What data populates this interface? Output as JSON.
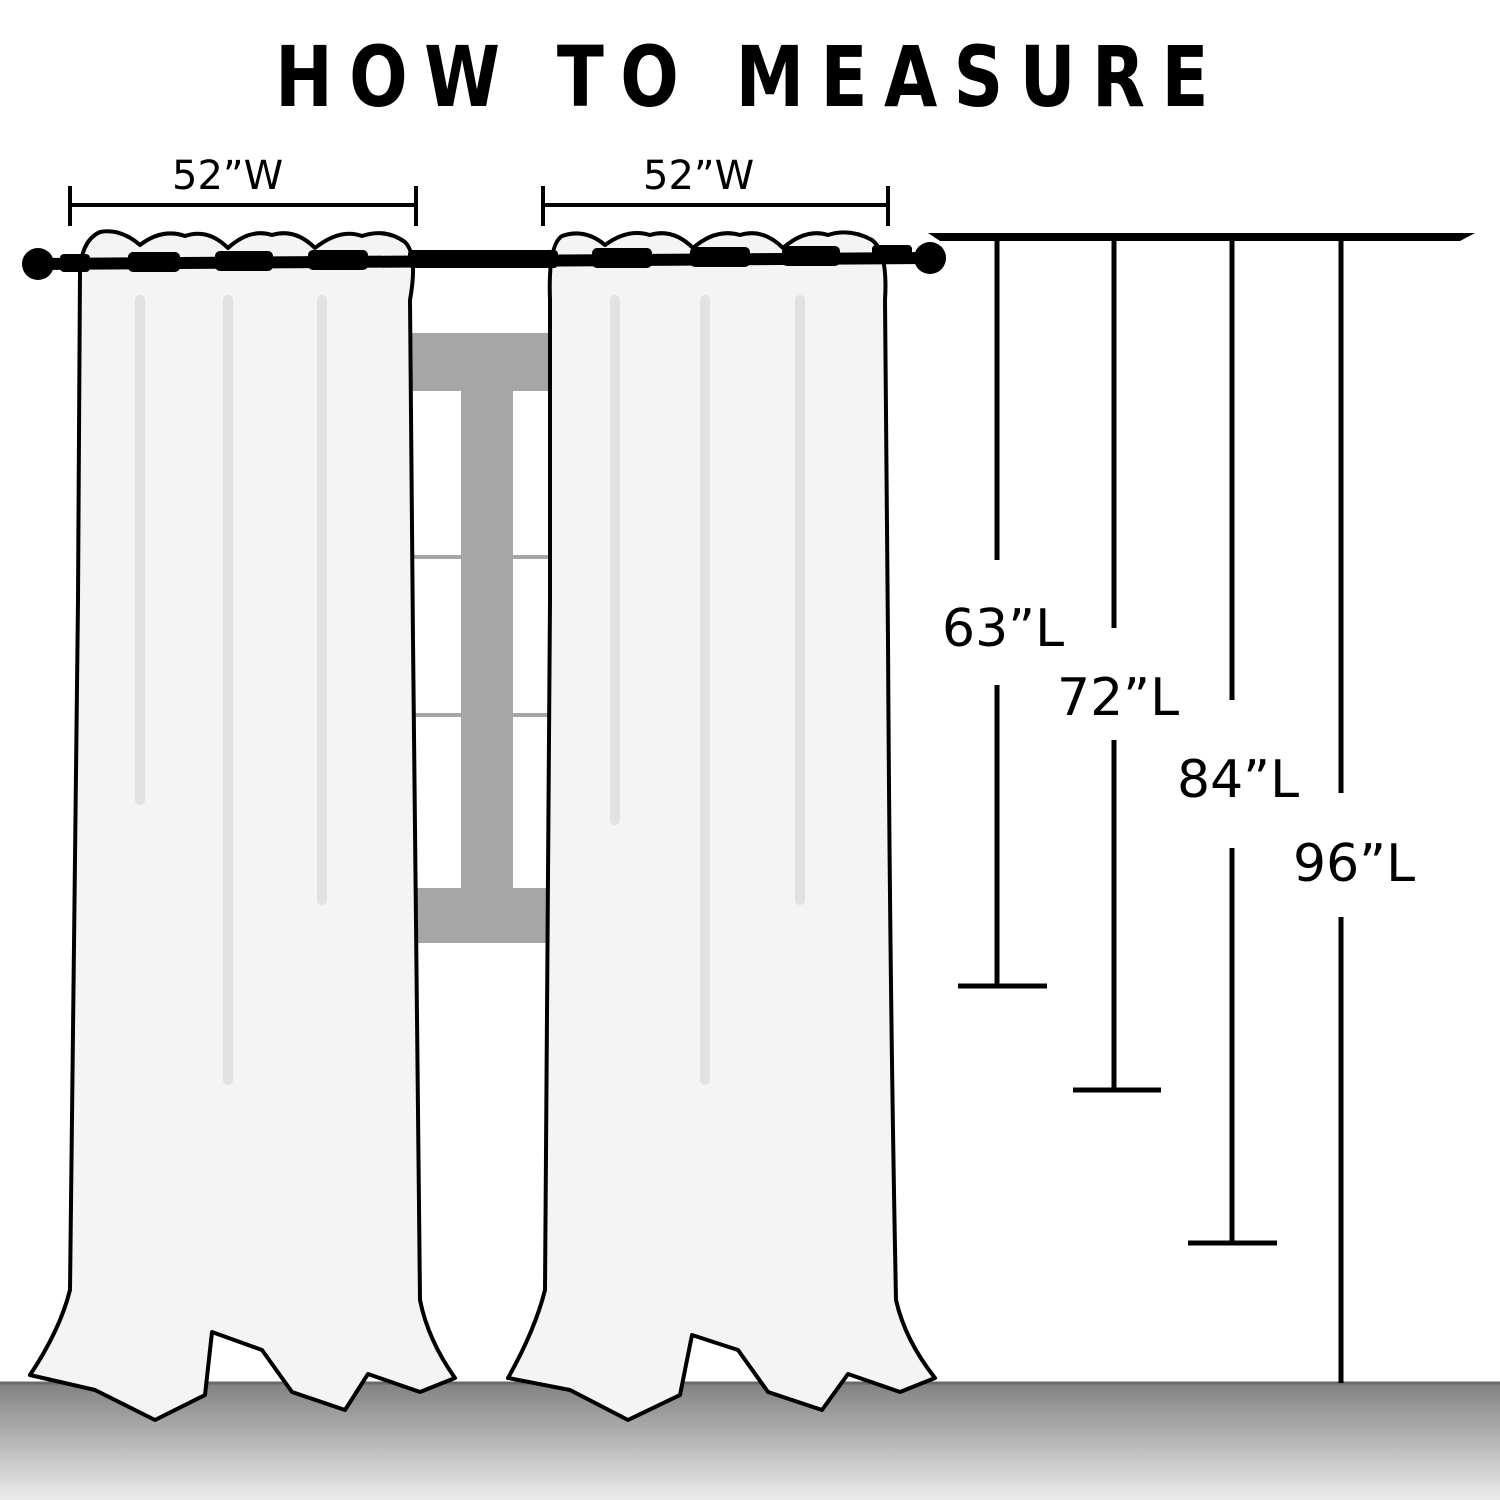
{
  "title": "HOW TO MEASURE",
  "width_labels": [
    "52”W",
    "52”W"
  ],
  "length_labels": [
    "63”L",
    "72”L",
    "84”L",
    "96”L"
  ],
  "colors": {
    "ink": "#000000",
    "curtain_fill": "#f4f4f4",
    "window_frame": "#a6a6a6",
    "floor": "#8c8c8c"
  },
  "icons": {
    "rod": "curtain-rod",
    "curtain": "grommet-curtain-panel",
    "window": "window-frame"
  }
}
